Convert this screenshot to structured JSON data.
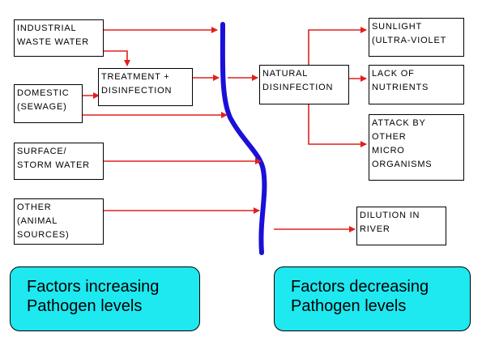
{
  "boxes": {
    "industrial": [
      "INDUSTRIAL",
      "WASTE WATER"
    ],
    "treatment": [
      "TREATMENT +",
      "DISINFECTION"
    ],
    "domestic": [
      "DOMESTIC",
      "(SEWAGE)"
    ],
    "surface": [
      "SURFACE/",
      "STORM WATER"
    ],
    "other": [
      "OTHER",
      "(ANIMAL",
      "SOURCES)"
    ],
    "natural": [
      "NATURAL",
      "DISINFECTION"
    ],
    "sunlight": [
      "SUNLIGHT",
      "(ULTRA-VIOLET"
    ],
    "nutrients": [
      "LACK OF",
      "NUTRIENTS"
    ],
    "attack": [
      "ATTACK BY",
      "OTHER",
      "MICRO",
      "ORGANISMS"
    ],
    "dilution": [
      "DILUTION IN",
      "RIVER"
    ]
  },
  "captions": {
    "increasing": [
      "Factors increasing",
      "Pathogen levels"
    ],
    "decreasing": [
      "Factors decreasing",
      "Pathogen levels"
    ]
  },
  "colors": {
    "arrow": "#e0201e",
    "river": "#1a10d8",
    "caption_fill": "#1ee8f0"
  }
}
